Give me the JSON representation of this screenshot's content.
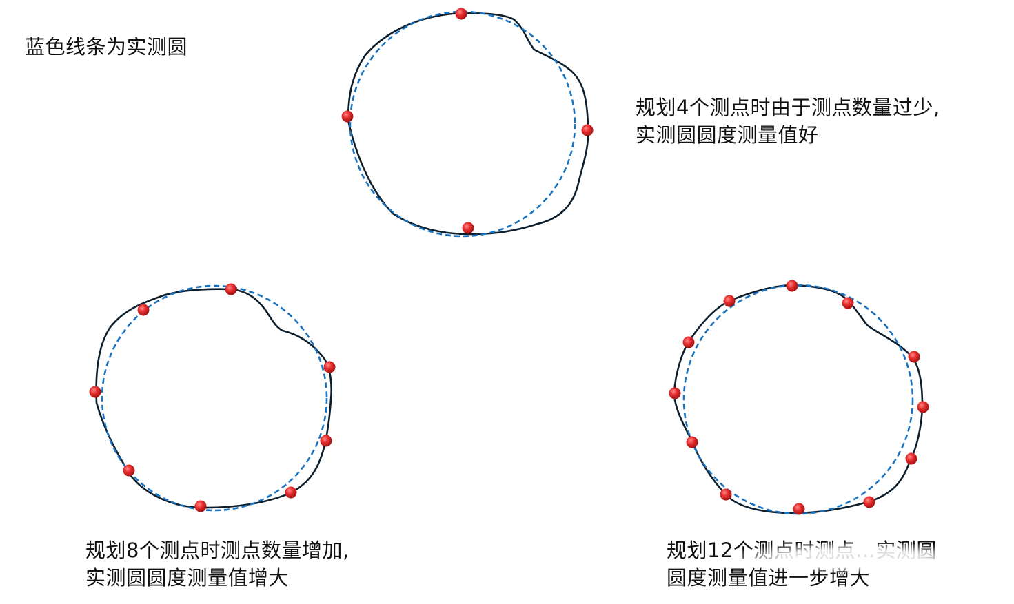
{
  "legend_note": "蓝色线条为实测圆",
  "colors": {
    "fitted_circle": "#1a73c1",
    "actual_profile": "#0d1f2d",
    "measure_point": "#e03030"
  },
  "panels": [
    {
      "id": "4-points",
      "point_count": 4,
      "caption_lines": [
        "规划4个测点时由于测点数量过少,",
        "实测圆圆度测量值好"
      ]
    },
    {
      "id": "8-points",
      "point_count": 8,
      "caption_lines": [
        "规划8个测点时测点数量增加,",
        "实测圆圆度测量值增大"
      ]
    },
    {
      "id": "12-points",
      "point_count": 12,
      "caption_lines": [
        "规划12个测点时测点…实测圆",
        "圆度测量值进一步增大"
      ]
    }
  ]
}
